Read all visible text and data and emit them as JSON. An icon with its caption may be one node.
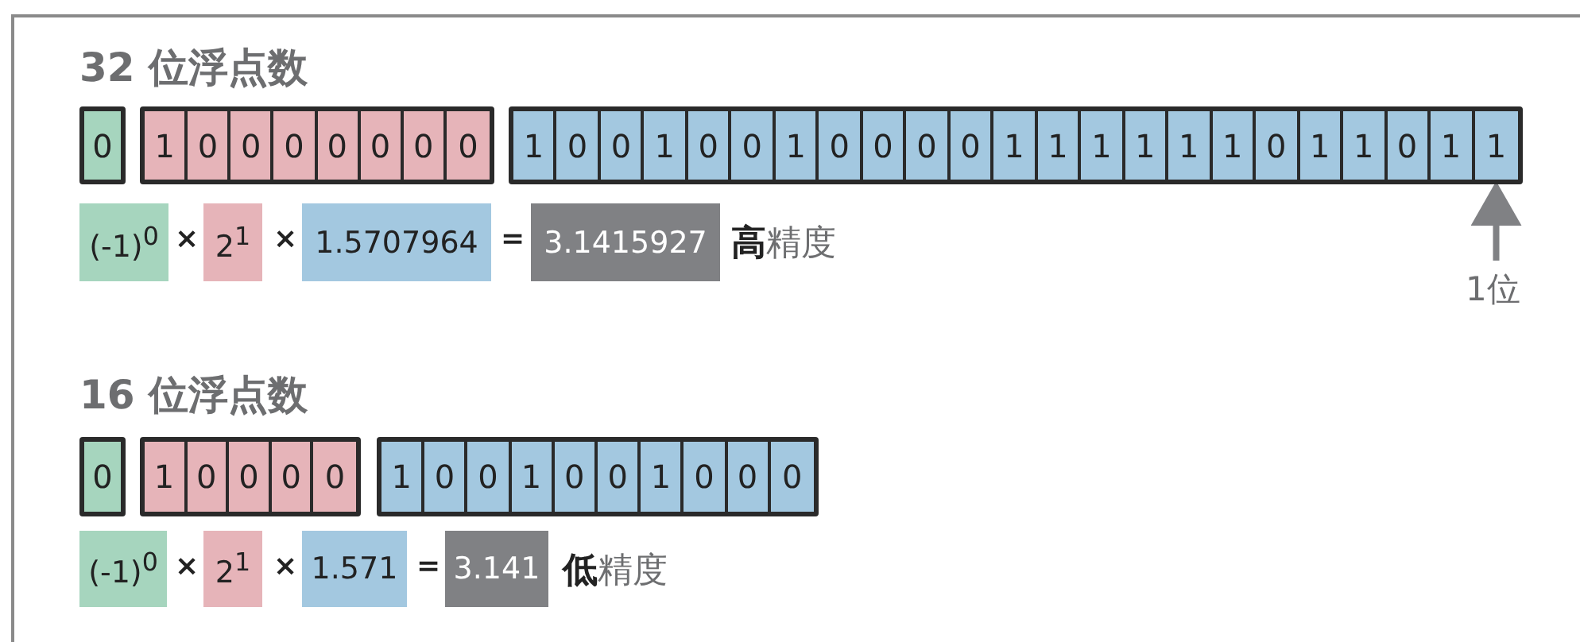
{
  "diagram": {
    "nodes": [
      {
        "text": [
          "0"
        ]
      },
      {
        "text": [
          "1"
        ]
      },
      {
        "text": [
          "0"
        ]
      },
      {
        "text": [
          "0"
        ]
      },
      {
        "text": [
          "0"
        ]
      },
      {
        "text": [
          "0"
        ]
      },
      {
        "text": [
          "0"
        ]
      },
      {
        "text": [
          "0"
        ]
      },
      {
        "text": [
          "0"
        ]
      },
      {
        "text": [
          "1"
        ]
      },
      {
        "text": [
          "0"
        ]
      },
      {
        "text": [
          "0"
        ]
      },
      {
        "text": [
          "1"
        ]
      },
      {
        "text": [
          "0"
        ]
      },
      {
        "text": [
          "0"
        ]
      },
      {
        "text": [
          "1"
        ]
      },
      {
        "text": [
          "0"
        ]
      },
      {
        "text": [
          "0"
        ]
      },
      {
        "text": [
          "0"
        ]
      },
      {
        "text": [
          "0"
        ]
      },
      {
        "text": [
          "1"
        ]
      },
      {
        "text": [
          "1"
        ]
      },
      {
        "text": [
          "1"
        ]
      },
      {
        "text": [
          "1"
        ]
      },
      {
        "text": [
          "1"
        ]
      },
      {
        "text": [
          "1"
        ]
      },
      {
        "text": [
          "0"
        ]
      },
      {
        "text": [
          "1"
        ]
      },
      {
        "text": [
          "1"
        ]
      },
      {
        "text": [
          "0"
        ]
      },
      {
        "text": [
          "1"
        ]
      },
      {
        "text": [
          "1"
        ]
      },
      {
        "text": [
          "(-1)$^{0}$"
        ]
      },
      {
        "text": [
          "2$^{1}$"
        ]
      },
      {
        "text": [
          "1.5707964"
        ]
      },
      {
        "text": [
          "3.1415927"
        ]
      },
      {
        "text": [
          "1位"
        ]
      },
      {
        "text": [
          "0"
        ]
      },
      {
        "text": [
          "1"
        ]
      },
      {
        "text": [
          "0"
        ]
      },
      {
        "text": [
          "0"
        ]
      },
      {
        "text": [
          "0"
        ]
      },
      {
        "text": [
          "0"
        ]
      },
      {
        "text": [
          "1"
        ]
      },
      {
        "text": [
          "0"
        ]
      },
      {
        "text": [
          "0"
        ]
      },
      {
        "text": [
          "1"
        ]
      },
      {
        "text": [
          "0"
        ]
      },
      {
        "text": [
          "0"
        ]
      },
      {
        "text": [
          "1"
        ]
      },
      {
        "text": [
          "0"
        ]
      },
      {
        "text": [
          "0"
        ]
      },
      {
        "text": [
          "0"
        ]
      },
      {
        "text": [
          "(-1)$^{0}$"
        ]
      },
      {
        "text": [
          "2$^{1}$"
        ]
      },
      {
        "text": [
          "1.571"
        ]
      },
      {
        "text": [
          "3.141"
        ]
      }
    ],
    "edges": [
      {
        "from": 36,
        "to": 31,
        "arrow": "to"
      }
    ],
    "labels": [
      "32 位浮点数",
      "×",
      "×",
      "=",
      "**高**精度",
      "16 位浮点数",
      "×",
      "×",
      "=",
      "**低**精度"
    ]
  }
}
